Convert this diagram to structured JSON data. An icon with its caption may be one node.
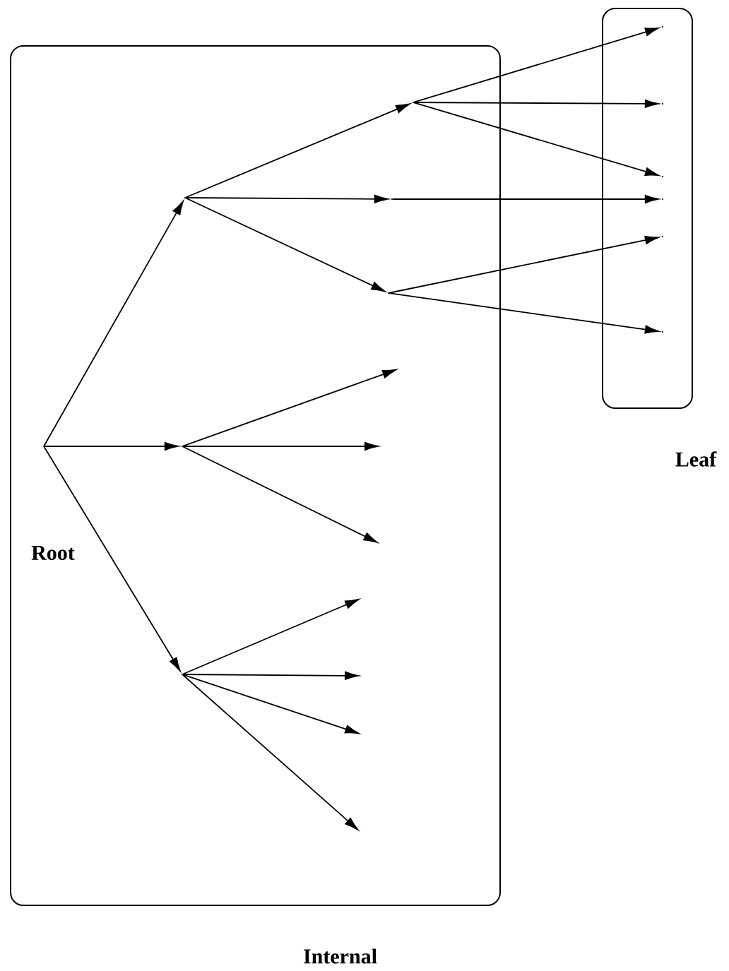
{
  "diagram": {
    "nodes": [
      {
        "text": [
          "Internal"
        ]
      },
      {
        "text": [
          "Leaf"
        ]
      },
      {
        "text": [],
        "shape": "point",
        "in": 0
      },
      {
        "text": [],
        "shape": "point",
        "in": 0
      },
      {
        "text": [],
        "shape": "point",
        "in": 0
      },
      {
        "text": [],
        "shape": "point",
        "in": 0
      },
      {
        "text": [],
        "shape": "point",
        "in": 0
      },
      {
        "text": [],
        "shape": "point",
        "in": 0
      },
      {
        "text": [],
        "shape": "point",
        "in": 0
      },
      {
        "text": [],
        "shape": "point",
        "in": 1
      },
      {
        "text": [],
        "shape": "point",
        "in": 1
      },
      {
        "text": [],
        "shape": "point",
        "in": 1
      },
      {
        "text": [],
        "shape": "point",
        "in": 1
      },
      {
        "text": [],
        "shape": "point",
        "in": 1
      },
      {
        "text": [],
        "shape": "point",
        "in": 1
      }
    ],
    "edges": [
      {
        "from": 2,
        "to": 3,
        "arrow": "to"
      },
      {
        "from": 2,
        "to": 4,
        "arrow": "to"
      },
      {
        "from": 2,
        "to": 5,
        "arrow": "to"
      },
      {
        "from": 3,
        "to": 6,
        "arrow": "to"
      },
      {
        "from": 3,
        "to": 7,
        "arrow": "to"
      },
      {
        "from": 3,
        "to": 8,
        "arrow": "to"
      },
      {
        "from": 6,
        "to": 9,
        "arrow": "to"
      },
      {
        "from": 6,
        "to": 10,
        "arrow": "to"
      },
      {
        "from": 6,
        "to": 11,
        "arrow": "to"
      },
      {
        "from": 7,
        "to": 12,
        "arrow": "to"
      },
      {
        "from": 8,
        "to": 13,
        "arrow": "to"
      },
      {
        "from": 8,
        "to": 14,
        "arrow": "to"
      },
      {
        "from": 4,
        "to": null,
        "arrow": "to"
      },
      {
        "from": 4,
        "to": null,
        "arrow": "to"
      },
      {
        "from": 4,
        "to": null,
        "arrow": "to"
      },
      {
        "from": 5,
        "to": null,
        "arrow": "to"
      },
      {
        "from": 5,
        "to": null,
        "arrow": "to"
      },
      {
        "from": 5,
        "to": null,
        "arrow": "to"
      },
      {
        "from": 5,
        "to": null,
        "arrow": "to"
      }
    ],
    "labels": [
      "Root"
    ]
  }
}
